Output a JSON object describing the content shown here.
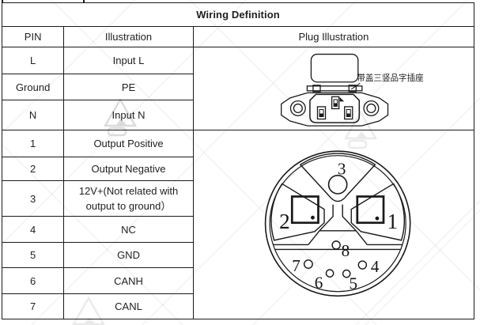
{
  "colors": {
    "line": "#1a1a1a",
    "text": "#1f1f1f",
    "watermark": "#d4d4d4"
  },
  "table": {
    "title": "Wiring Definition",
    "columns": [
      "PIN",
      "Illustration",
      "Plug Illustration"
    ],
    "rows": [
      {
        "pin": "L",
        "desc": "Input L"
      },
      {
        "pin": "Ground",
        "desc": "PE"
      },
      {
        "pin": "N",
        "desc": "Input N"
      },
      {
        "pin": "1",
        "desc": "Output Positive"
      },
      {
        "pin": "2",
        "desc": "Output Negative"
      },
      {
        "pin": "3",
        "desc": "12V+(Not related with output to ground）"
      },
      {
        "pin": "4",
        "desc": "NC"
      },
      {
        "pin": "5",
        "desc": "GND"
      },
      {
        "pin": "6",
        "desc": "CANH"
      },
      {
        "pin": "7",
        "desc": "CANL"
      }
    ]
  },
  "inlet_plug": {
    "annotation": "带盖三竖品字插座"
  },
  "circular_plug": {
    "pin_labels": [
      "1",
      "2",
      "3",
      "4",
      "5",
      "6",
      "7",
      "8"
    ]
  }
}
